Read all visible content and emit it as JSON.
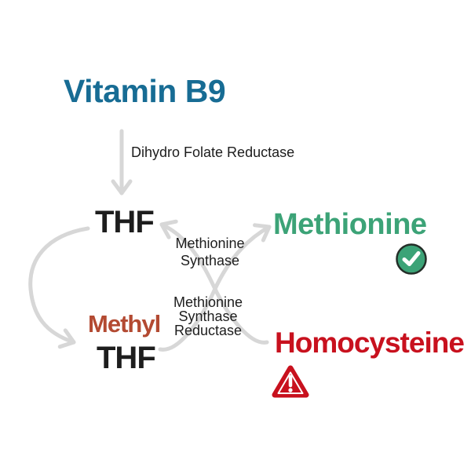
{
  "colors": {
    "bg": "#ffffff",
    "teal": "#176c94",
    "green": "#3ca377",
    "red": "#c8111e",
    "brick": "#b34a32",
    "ink": "#1d1d1d",
    "arrow": "#d7d7d7"
  },
  "diagram": {
    "nodes": {
      "vitamin_b9": "Vitamin B9",
      "thf_top": "THF",
      "methionine": "Methionine",
      "methyl": "Methyl",
      "thf_bottom": "THF",
      "homocysteine": "Homocysteine"
    },
    "enzymes": {
      "dhfr": "Dihydro Folate Reductase",
      "methionine_synthase": {
        "line1": "Methionine",
        "line2": "Synthase"
      },
      "methionine_synthase_reductase": {
        "line1": "Methionine",
        "line2": "Synthase",
        "line3": "Reductase"
      }
    },
    "icons": {
      "methionine_status": "check-circle",
      "homocysteine_status": "warning-triangle"
    }
  }
}
